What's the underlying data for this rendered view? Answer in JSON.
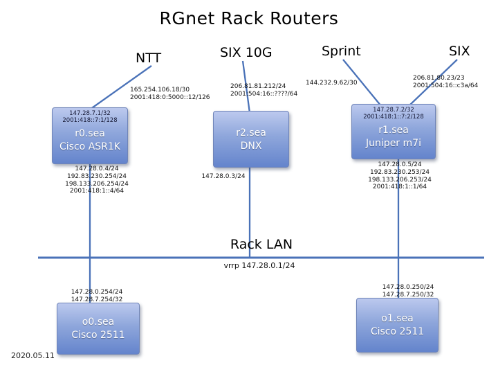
{
  "title": "RGnet Rack Routers",
  "date": "2020.05.11",
  "uplinks": {
    "ntt": {
      "label": "NTT",
      "annotation": "165.254.106.18/30\n2001:418:0:5000::12/126"
    },
    "six10g": {
      "label": "SIX 10G",
      "annotation": "206.81.81.212/24\n2001:504:16::????/64"
    },
    "sprint": {
      "label": "Sprint",
      "annotation": "144.232.9.62/30"
    },
    "six": {
      "label": "SIX",
      "annotation": "206.81.80.23/23\n2001:504:16::c3a/64"
    }
  },
  "routers": {
    "r0": {
      "name": "r0.sea",
      "model": "Cisco ASR1K",
      "loopbacks": "147.28.7.1/32\n2001:418::7:1/128",
      "lan_addresses": "147.28.0.4/24\n192.83.230.254/24\n198.133.206.254/24\n2001:418:1::4/64"
    },
    "r2": {
      "name": "r2.sea",
      "model": "DNX",
      "lan_addresses": "147.28.0.3/24"
    },
    "r1": {
      "name": "r1.sea",
      "model": "Juniper m7i",
      "loopbacks": "147.28.7.2/32\n2001:418:1::7:2/128",
      "lan_addresses": "147.28.0.5/24\n192.83.230.253/24\n198.133.206.253/24\n2001:418:1::1/64"
    },
    "o0": {
      "name": "o0.sea",
      "model": "Cisco 2511",
      "addresses": "147.28.0.254/24\n147.28.7.254/32"
    },
    "o1": {
      "name": "o1.sea",
      "model": "Cisco 2511",
      "addresses": "147.28.0.250/24\n147.28.7.250/32"
    }
  },
  "lan": {
    "label": "Rack LAN",
    "vrrp": "vrrp 147.28.0.1/24"
  },
  "colors": {
    "line": "#4a72b8",
    "box_gradient_top": "#bcc9ee",
    "box_gradient_bottom": "#6484cc"
  }
}
